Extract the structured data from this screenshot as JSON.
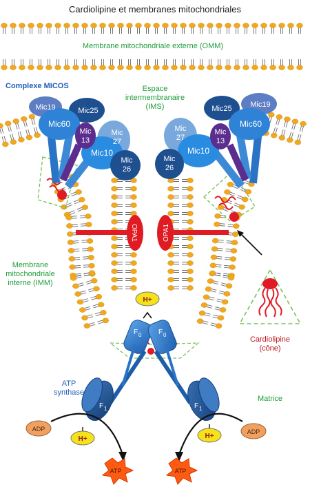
{
  "title": "Cardiolipine et membranes mitochondriales",
  "labels": {
    "omm": "Membrane mitochondriale externe (OMM)",
    "micos": "Complexe MICOS",
    "ims_1": "Espace",
    "ims_2": "intermembranaire",
    "ims_3": "(IMS)",
    "imm_1": "Membrane",
    "imm_2": "mitochondriale",
    "imm_3": "interne (IMM)",
    "cardiolipin_1": "Cardiolipine",
    "cardiolipin_2": "(cône)",
    "atp_synthase_1": "ATP",
    "atp_synthase_2": "synthase",
    "matrix": "Matrice"
  },
  "mic_left": [
    "Mic19",
    "Mic25",
    "Mic60",
    "Mic",
    "13",
    "Mic",
    "27",
    "Mic10",
    "Mic",
    "26"
  ],
  "mic_right": [
    "Mic25",
    "Mic19",
    "Mic",
    "27",
    "Mic60",
    "Mic",
    "13",
    "Mic10",
    "Mic",
    "26"
  ],
  "opa": [
    "OPA1",
    "OPA1"
  ],
  "proton": [
    "H+",
    "H+",
    "H+"
  ],
  "f0": [
    "F",
    "0",
    "F",
    "0"
  ],
  "f1": [
    "F",
    "1",
    "F",
    "1"
  ],
  "adp": [
    "ADP",
    "ADP"
  ],
  "atp": [
    "ATP",
    "ATP"
  ],
  "colors": {
    "lipid_head": "#f0a91e",
    "tail": "#6b6b6b",
    "mic_dark": "#1e4f8f",
    "mic_mid": "#2f7fd0",
    "mic_light": "#79a9dc",
    "mic_purple": "#5b2d8e",
    "red": "#e01b24",
    "green_label": "#1f9e3a",
    "blue_label": "#1f5fb8",
    "atp_orange": "#ff6a13",
    "proton_yellow": "#f5e21a"
  }
}
